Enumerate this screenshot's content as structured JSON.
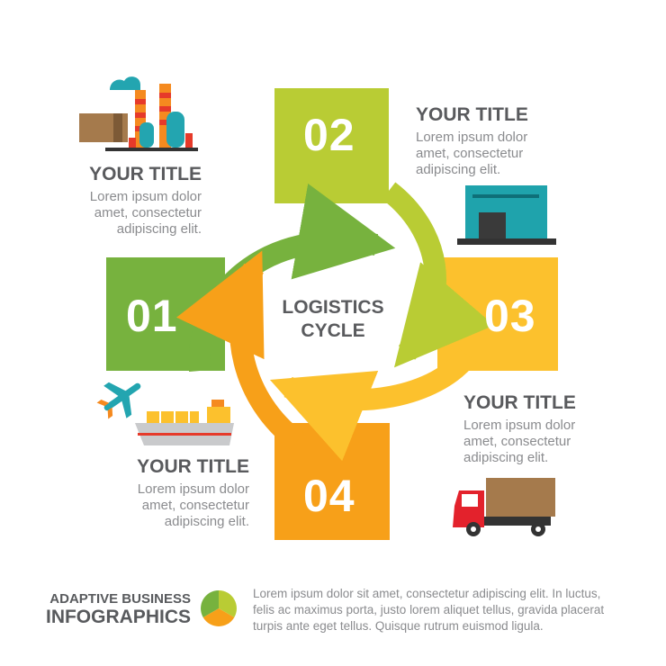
{
  "center": {
    "line1": "LOGISTICS",
    "line2": "CYCLE"
  },
  "steps": [
    {
      "number": "01",
      "title": "YOUR TITLE",
      "body": [
        "Lorem ipsum dolor",
        "amet, consectetur",
        "adipiscing elit."
      ],
      "color": "#77b23e",
      "icons": [
        "factory-icon",
        "cardboard-box-icon"
      ]
    },
    {
      "number": "02",
      "title": "YOUR TITLE",
      "body": [
        "Lorem ipsum dolor",
        "amet, consectetur",
        "adipiscing elit."
      ],
      "color": "#b9cc34",
      "icons": [
        "warehouse-icon"
      ]
    },
    {
      "number": "03",
      "title": "YOUR TITLE",
      "body": [
        "Lorem ipsum dolor",
        "amet, consectetur",
        "adipiscing elit."
      ],
      "color": "#fcc12d",
      "icons": [
        "delivery-truck-icon"
      ]
    },
    {
      "number": "04",
      "title": "YOUR TITLE",
      "body": [
        "Lorem ipsum dolor",
        "amet, consectetur",
        "adipiscing elit."
      ],
      "color": "#f7a019",
      "icons": [
        "airplane-icon",
        "cargo-ship-icon"
      ]
    }
  ],
  "footer": {
    "title_line1": "ADAPTIVE BUSINESS",
    "title_line2": "INFOGRAPHICS",
    "text": [
      "Lorem ipsum dolor sit amet, consectetur adipiscing elit. In luctus,",
      "felis ac maximus porta, justo lorem aliquet tellus, gravida placerat",
      "turpis ante eget tellus. Quisque rutrum euismod ligula."
    ],
    "icon": "pie-chart-icon"
  }
}
